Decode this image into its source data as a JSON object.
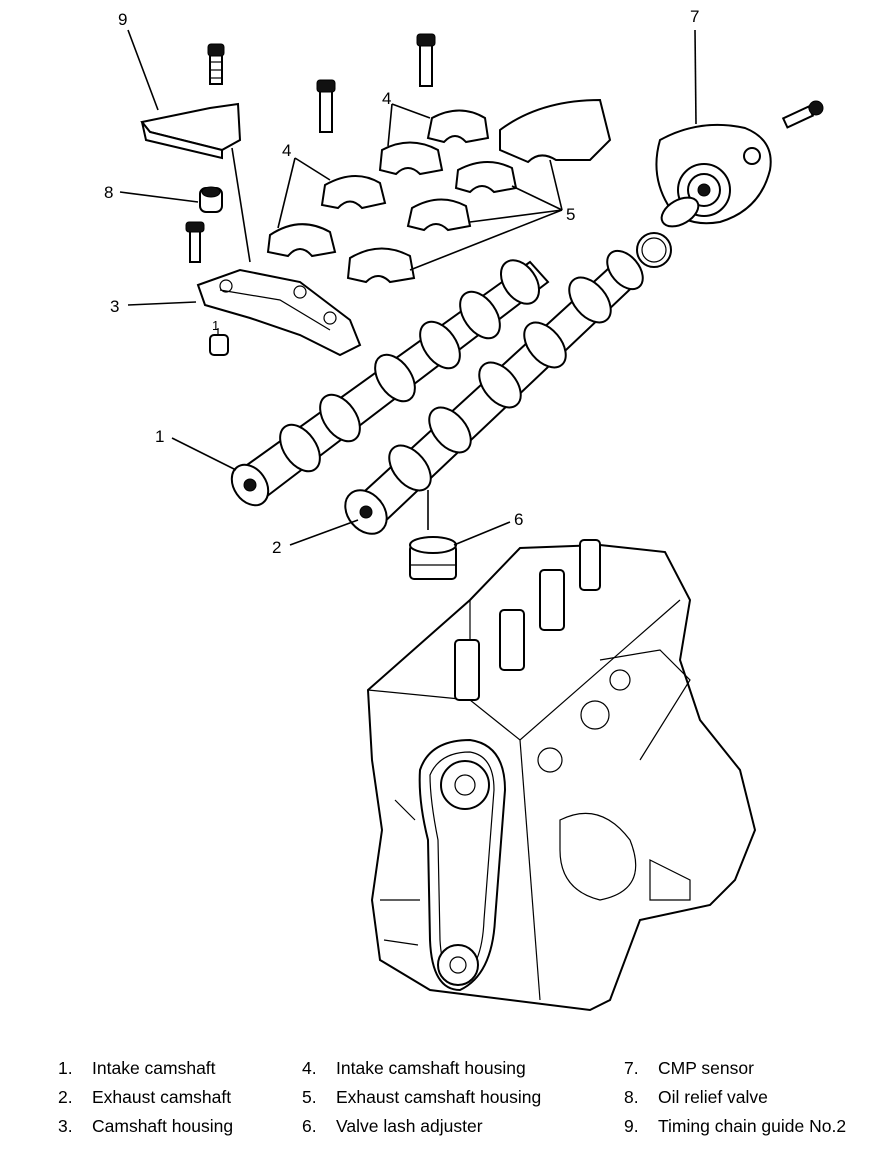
{
  "callouts": {
    "c1": "1",
    "c2": "2",
    "c3": "3",
    "c3b": "1",
    "c4a": "4",
    "c4b": "4",
    "c5": "5",
    "c6": "6",
    "c7": "7",
    "c8": "8",
    "c9": "9"
  },
  "legend": [
    {
      "num": "1.",
      "label": "Intake camshaft"
    },
    {
      "num": "2.",
      "label": "Exhaust camshaft"
    },
    {
      "num": "3.",
      "label": "Camshaft housing"
    },
    {
      "num": "4.",
      "label": "Intake camshaft housing"
    },
    {
      "num": "5.",
      "label": "Exhaust camshaft housing"
    },
    {
      "num": "6.",
      "label": "Valve lash adjuster"
    },
    {
      "num": "7.",
      "label": "CMP sensor"
    },
    {
      "num": "8.",
      "label": "Oil relief valve"
    },
    {
      "num": "9.",
      "label": "Timing chain guide No.2"
    }
  ]
}
